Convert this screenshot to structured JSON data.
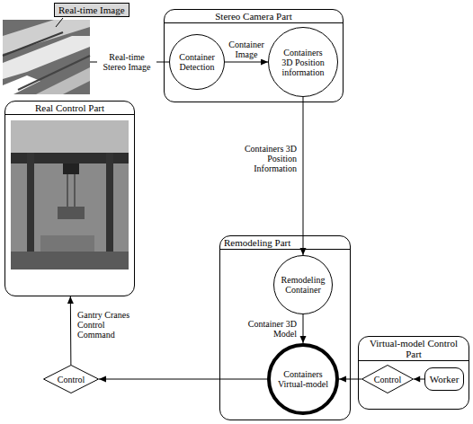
{
  "diagram": {
    "nodes": [
      {
        "text": [
          "Real-time Image"
        ]
      },
      {
        "text": [
          "Stereo Camera Part"
        ]
      },
      {
        "text": [
          "Container Detection"
        ],
        "in": 1
      },
      {
        "text": [
          "Containers 3D Position information"
        ],
        "in": 1
      },
      {
        "text": [
          "Real Control Part"
        ]
      },
      {
        "text": [
          "Remodeling Part"
        ]
      },
      {
        "text": [
          "Remodeling Container"
        ],
        "in": 5
      },
      {
        "text": [
          "Containers Virtual-model"
        ],
        "in": 5
      },
      {
        "text": [
          "Virtual-model Control Part"
        ]
      },
      {
        "text": [
          "Control"
        ],
        "in": 8
      },
      {
        "text": [
          "Worker"
        ],
        "in": 8
      },
      {
        "text": [
          "Control"
        ]
      }
    ],
    "edges": [
      {
        "from": 2,
        "to": 3,
        "label": "Container Image",
        "arrow": "to"
      },
      {
        "from": 3,
        "to": 6,
        "label": "Containers 3D Position Information",
        "arrow": "to"
      },
      {
        "from": 6,
        "to": 7,
        "label": "Container 3D Model",
        "arrow": "to"
      },
      {
        "from": 10,
        "to": 9,
        "arrow": "to"
      },
      {
        "from": 9,
        "to": 7,
        "arrow": "to"
      },
      {
        "from": 7,
        "to": 11,
        "arrow": "to"
      },
      {
        "from": 11,
        "to": 4,
        "label": "Gantry Cranes Control Command",
        "arrow": "to"
      }
    ],
    "labels": [
      "Real-time Stereo Image"
    ]
  }
}
